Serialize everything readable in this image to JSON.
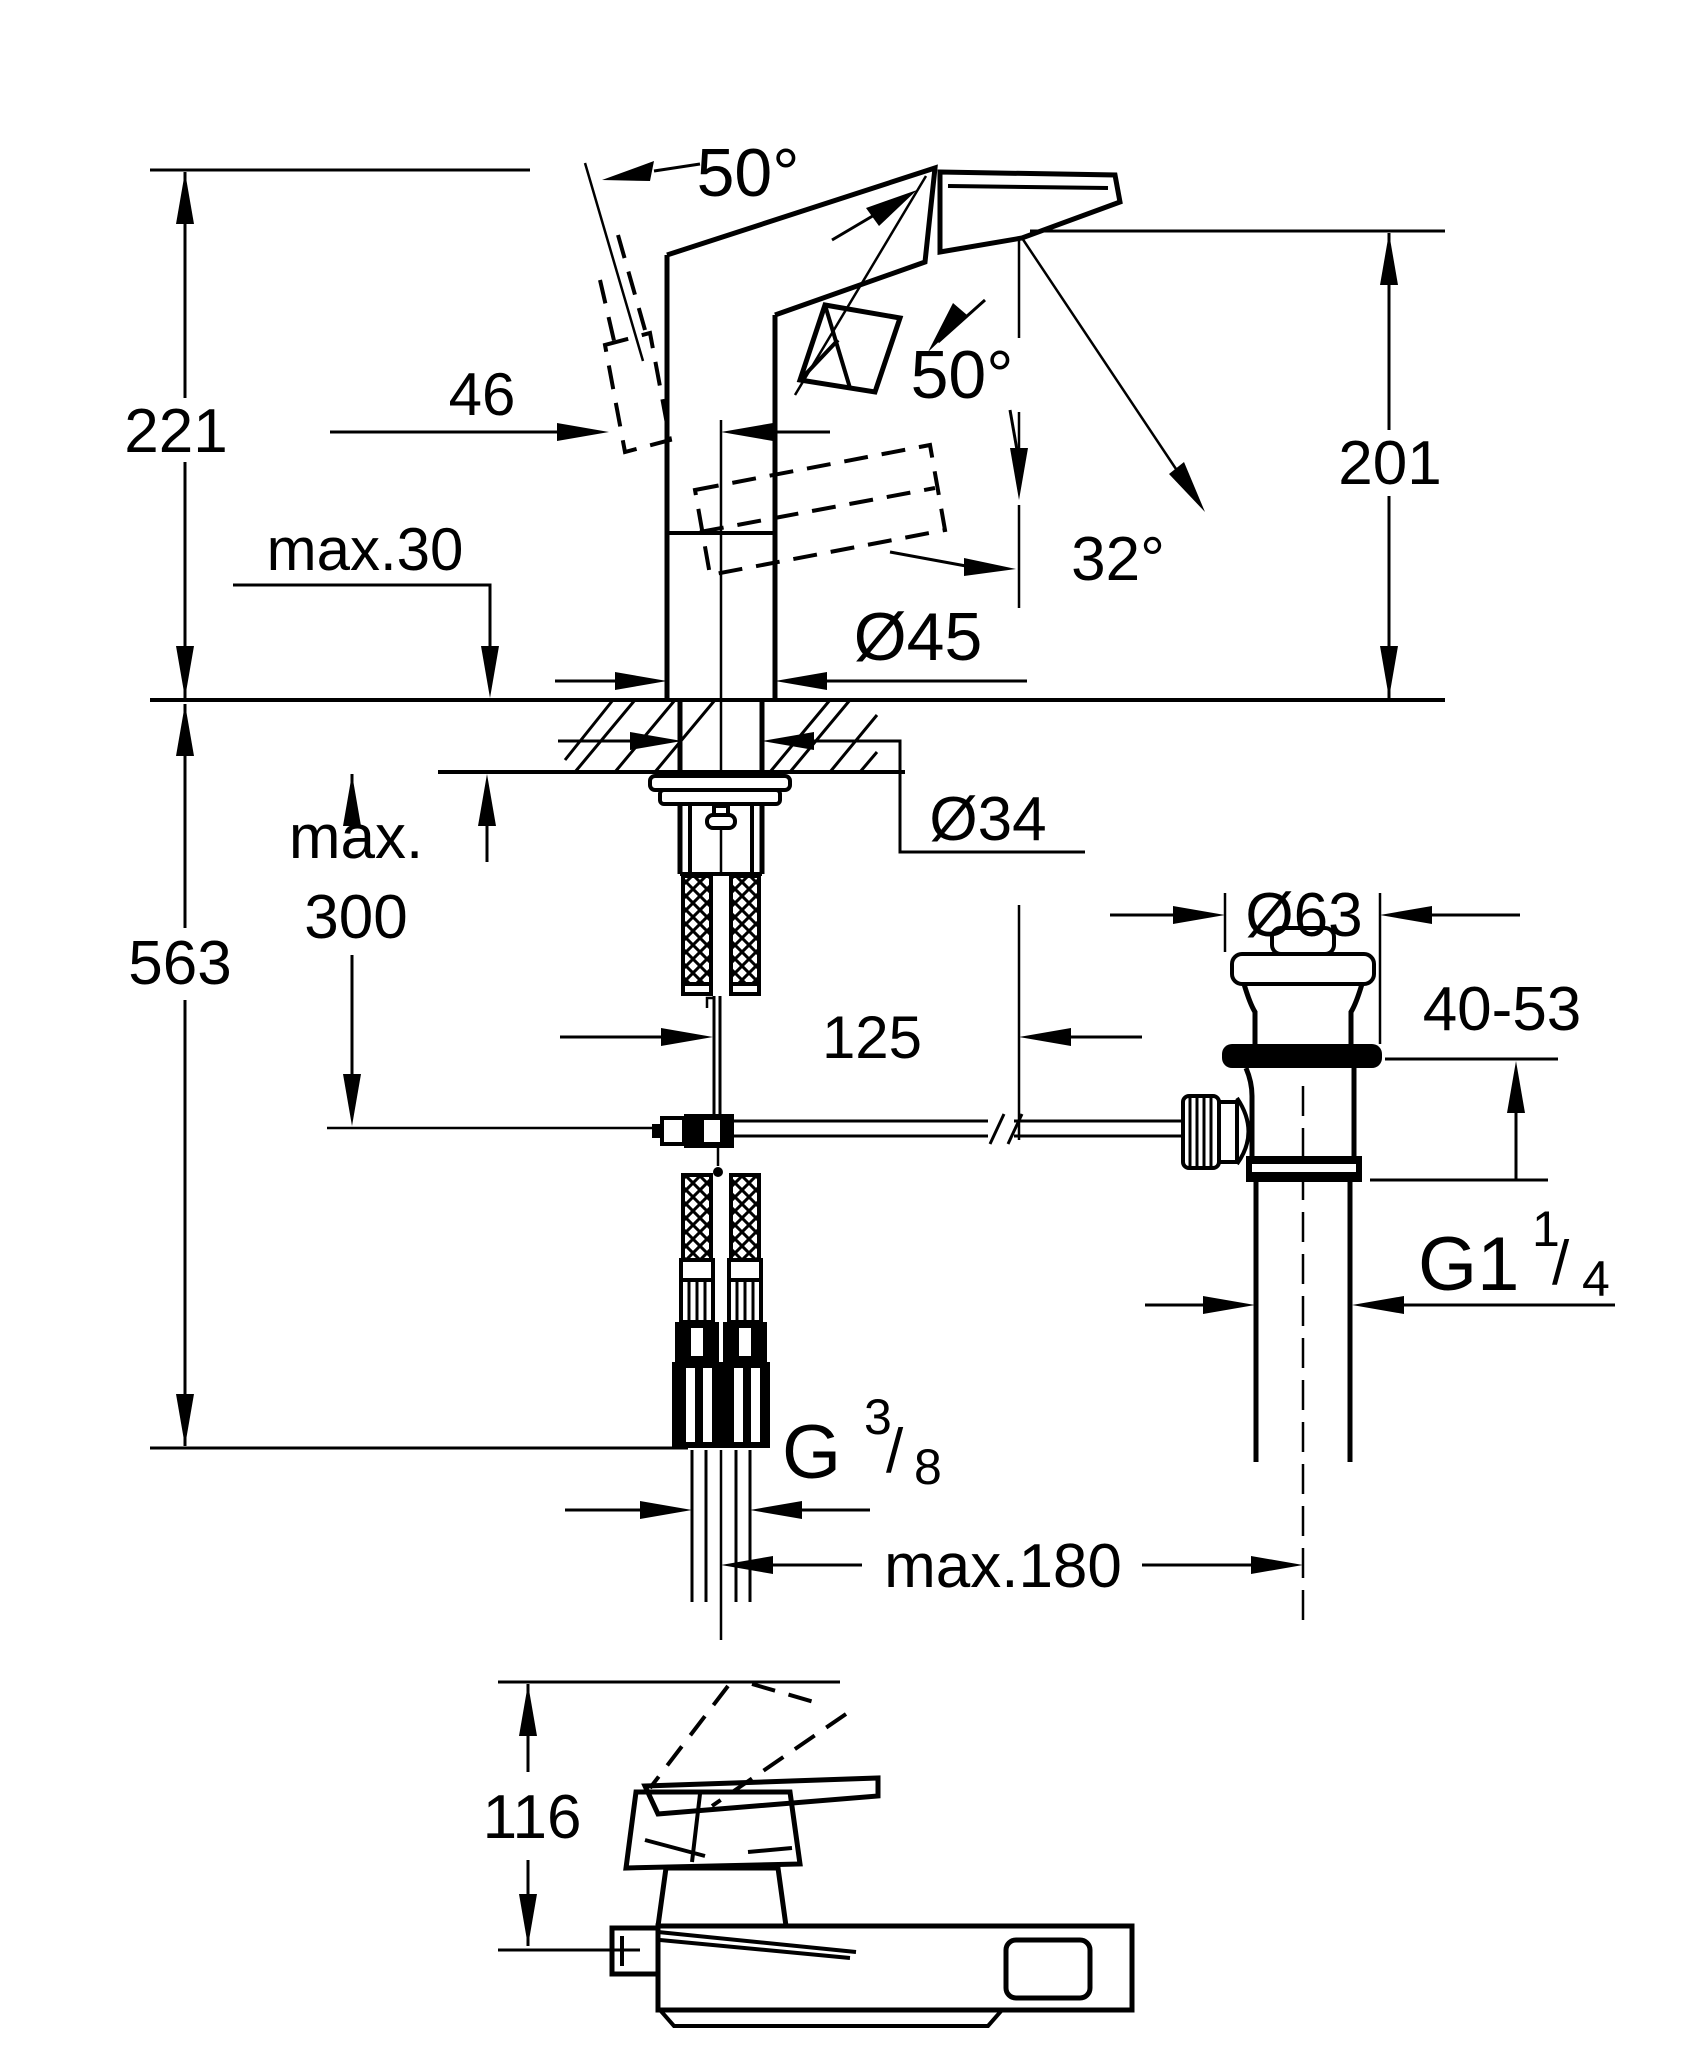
{
  "drawing": {
    "title": "faucet-installation-dimension-drawing",
    "background": "#ffffff",
    "line_color": "#000000",
    "labels": {
      "angle_spout_top": "50°",
      "angle_handle": "50°",
      "offset_spout": "46",
      "height_above_deck": "221",
      "spout_height": "201",
      "deck_thickness": "max.30",
      "angle_swivel": "32°",
      "dia_base": "Ø45",
      "dia_shank": "Ø34",
      "hose_depth_word": "max.",
      "hose_depth_value": "300",
      "total_depth": "563",
      "rod_offset": "125",
      "dia_drain_flange": "Ø63",
      "drain_adjust_range": "40-53",
      "drain_distance": "max.180",
      "side_view_height": "116",
      "thread_drain": {
        "base": "G1",
        "sup": "1",
        "slash": "/",
        "sub": "4"
      },
      "thread_supply": {
        "base": "G",
        "sup": "3",
        "slash": "/",
        "sub": "8"
      }
    }
  }
}
